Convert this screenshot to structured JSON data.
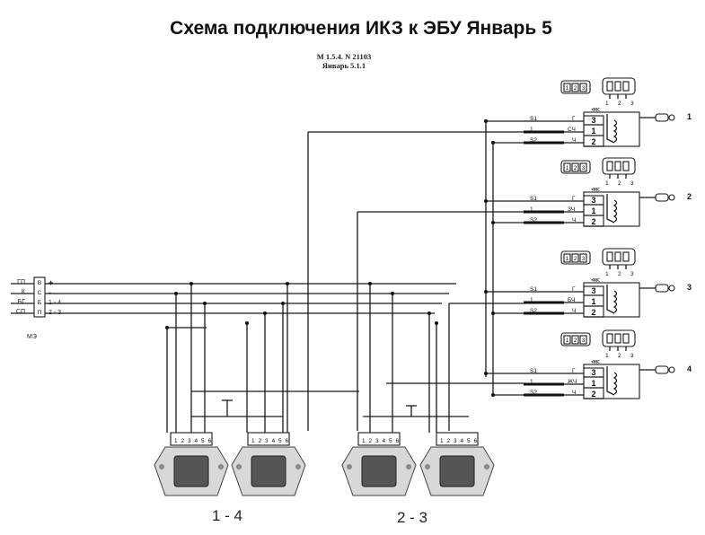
{
  "title": "Схема подключения ИКЗ к ЭБУ Январь 5",
  "subtitle_line1": "М 1.5.4. N 21103",
  "subtitle_line2": "Январь 5.1.1",
  "me_block": {
    "label": "МЭ",
    "wire_labels": [
      "ГП",
      "К",
      "БГ",
      "СП"
    ],
    "pin_labels": [
      "В",
      "С",
      "Б",
      "П"
    ],
    "side_labels": [
      "+",
      "-",
      "1 - 4",
      "2 - 3"
    ]
  },
  "coils": [
    {
      "number": "1",
      "color_label": "СЧ"
    },
    {
      "number": "2",
      "color_label": "ЗЧ"
    },
    {
      "number": "3",
      "color_label": "БЧ"
    },
    {
      "number": "4",
      "color_label": "ЖЧ"
    }
  ],
  "coil_wire_labels": [
    "S1",
    "1",
    "S2"
  ],
  "coil_wire_codes": [
    "Г",
    "Ч"
  ],
  "coil_pins": [
    "3",
    "1",
    "2"
  ],
  "connector_pins": [
    "1",
    "2",
    "3"
  ],
  "module_pins": [
    "1",
    "2",
    "3",
    "4",
    "5",
    "6"
  ],
  "groups": [
    "1 - 4",
    "2 - 3"
  ]
}
